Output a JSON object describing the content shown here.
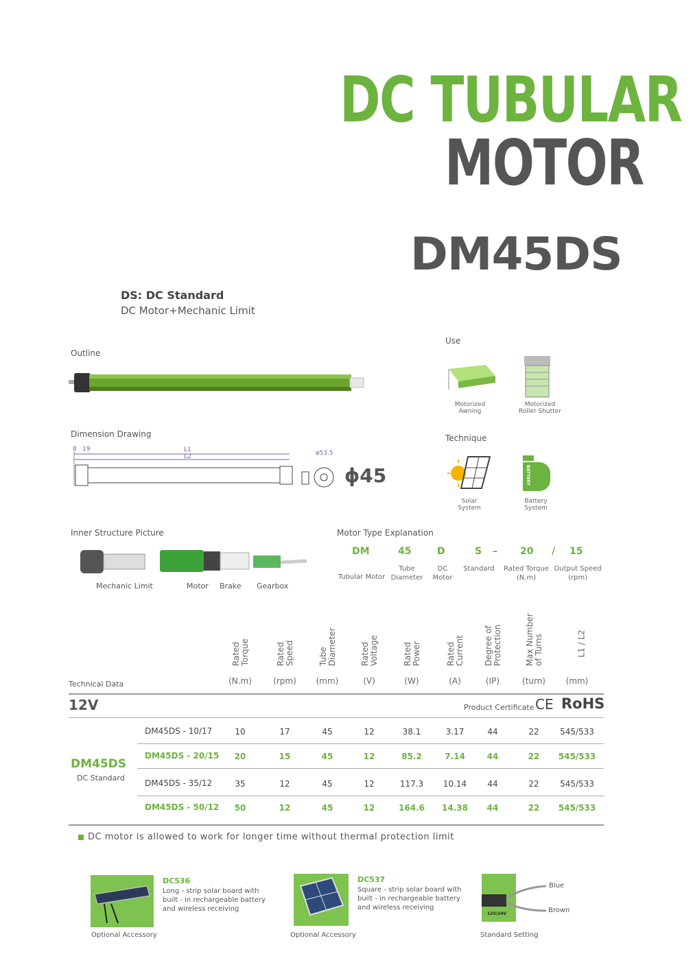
{
  "header": {
    "title_line1": "DC TUBULAR",
    "title_line2": "MOTOR",
    "model": "DM45DS",
    "ds_title": "DS: DC Standard",
    "ds_subtitle": "DC Motor+Mechanic Limit"
  },
  "sections": {
    "outline": "Outline",
    "dimension": "Dimension Drawing",
    "inner": "Inner Structure Picture",
    "motor_type": "Motor Type Explanation",
    "use": "Use",
    "technique": "Technique",
    "technical_data": "Technical Data"
  },
  "dimension_labels": {
    "d8": "8",
    "d19": "19",
    "l1": "L1",
    "l2": "L2",
    "phi535": "ø53.5",
    "phi45": "ϕ45"
  },
  "use_items": [
    {
      "label": "Motorized\nAwning"
    },
    {
      "label": "Motorized\nRoller Shutter"
    }
  ],
  "technique_items": [
    {
      "label": "Solar\nSystem"
    },
    {
      "label": "Battery\nSystem"
    },
    {
      "icon_text": "BATTERY"
    }
  ],
  "inner_labels": [
    "Mechanic Limit",
    "Motor",
    "Brake",
    "Gearbox"
  ],
  "motor_type": {
    "codes": [
      "DM",
      "45",
      "D",
      "S",
      "–",
      "20",
      "/",
      "15"
    ],
    "labels": [
      "Tubular Motor",
      "Tube\nDiameter",
      "DC\nMotor",
      "Standard",
      "Rated Torque\n(N.m)",
      "Output Speed\n(rpm)"
    ]
  },
  "table": {
    "columns": [
      {
        "head": "Rated\nTorque",
        "unit": "(N.m)"
      },
      {
        "head": "Rated\nSpeed",
        "unit": "(rpm)"
      },
      {
        "head": "Tube\nDiameter",
        "unit": "(mm)"
      },
      {
        "head": "Rated\nVoltage",
        "unit": "(V)"
      },
      {
        "head": "Rated\nPower",
        "unit": "(W)"
      },
      {
        "head": "Rated\nCurrent",
        "unit": "(A)"
      },
      {
        "head": "Degree of\nProtection",
        "unit": "(IP)"
      },
      {
        "head": "Max Number\nof Turns",
        "unit": "(turn)"
      },
      {
        "head": "L1 / L2",
        "unit": "(mm)"
      }
    ],
    "voltage": "12V",
    "certificate_label": "Product Certificate",
    "ce": "CE",
    "rohs": "RoHS",
    "group_name": "DM45DS",
    "group_sub": "DC Standard",
    "rows": [
      {
        "model": "DM45DS - 10/17",
        "values": [
          "10",
          "17",
          "45",
          "12",
          "38.1",
          "3.17",
          "44",
          "22",
          "545/533"
        ]
      },
      {
        "model": "DM45DS - 20/15",
        "values": [
          "20",
          "15",
          "45",
          "12",
          "85.2",
          "7.14",
          "44",
          "22",
          "545/533"
        ]
      },
      {
        "model": "DM45DS - 35/12",
        "values": [
          "35",
          "12",
          "45",
          "12",
          "117.3",
          "10.14",
          "44",
          "22",
          "545/533"
        ]
      },
      {
        "model": "DM45DS - 50/12",
        "values": [
          "50",
          "12",
          "45",
          "12",
          "164.6",
          "14.38",
          "44",
          "22",
          "545/533"
        ]
      }
    ],
    "note": "DC motor is allowed to work for longer time without thermal protection limit"
  },
  "accessories": [
    {
      "code": "DC536",
      "text": "Long - strip solar board with\nbuilt - in rechargeable battery\nand wireless receiving",
      "caption": "Optional Accessory"
    },
    {
      "code": "DC537",
      "text": "Square - strip solar board with\nbuilt - in rechargeable battery\nand wireless receiving",
      "caption": "Optional Accessory"
    },
    {
      "code": "",
      "text": "",
      "caption": "Standard Setting",
      "wire1": "Blue",
      "wire2": "Brown",
      "voltage": "12V/24V"
    }
  ],
  "colors": {
    "accent": "#6db33f",
    "dark": "#555555"
  }
}
